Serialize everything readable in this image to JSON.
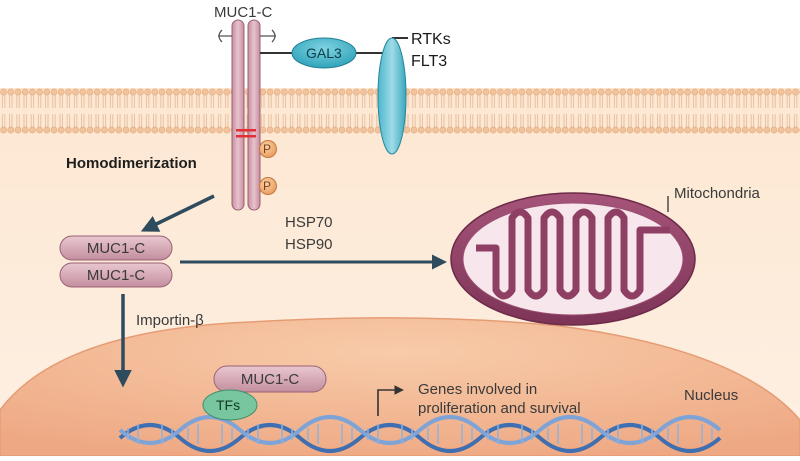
{
  "receptor_label": "MUC1-C",
  "gal3_label": "GAL3",
  "rtk_label_1": "RTKs",
  "rtk_label_2": "FLT3",
  "homodimerization_label": "Homodimerization",
  "phospho_label": "P",
  "dimer_labels": [
    "MUC1-C",
    "MUC1-C"
  ],
  "chaperone_labels": [
    "HSP70",
    "HSP90"
  ],
  "mitochondria_label": "Mitochondria",
  "importin_label": "Importin-β",
  "nuclear_muc1_label": "MUC1-C",
  "tfs_label": "TFs",
  "genes_label_1": "Genes involved in",
  "genes_label_2": "proliferation and survival",
  "nucleus_label": "Nucleus",
  "colors": {
    "membrane_head": "#f2c9a0",
    "muc1": "#dcb0bc",
    "gal3": "#3fb3c9",
    "mitochondria": "#8a3d60",
    "nucleus": "#f2b893",
    "dna": "#4a78b6"
  }
}
